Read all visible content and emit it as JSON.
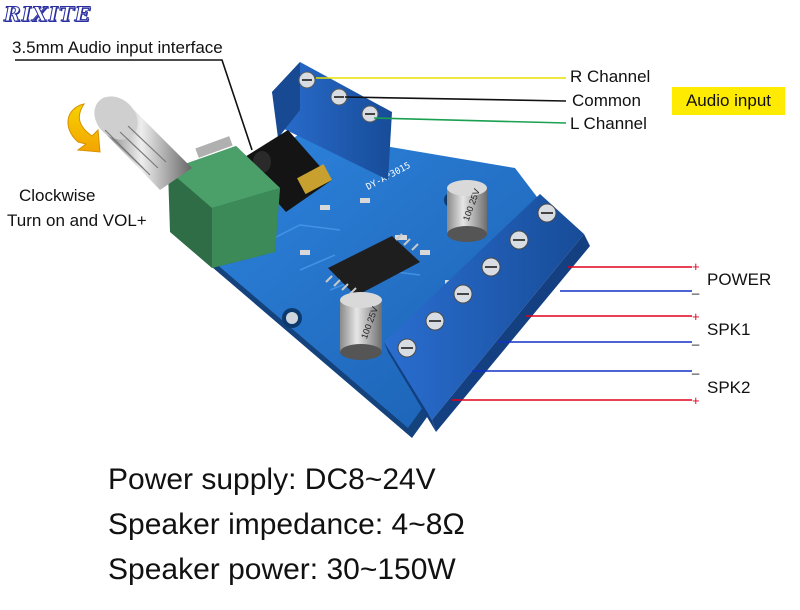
{
  "watermark": "RIXITE",
  "labels": {
    "audio_input_interface": "3.5mm Audio input interface",
    "r_channel": "R Channel",
    "common": "Common",
    "l_channel": "L Channel",
    "audio_input": "Audio input",
    "clockwise": "Clockwise",
    "turn_on": "Turn on and VOL+",
    "power": "POWER",
    "spk1": "SPK1",
    "spk2": "SPK2",
    "plus": "+",
    "minus": "_"
  },
  "board": {
    "silkscreen": "DY-AP3015",
    "capacitor_text": "100 25V"
  },
  "specs": {
    "power_supply_label": "Power supply:",
    "power_supply_value": "DC8~24V",
    "impedance_label": "Speaker impedance:",
    "impedance_value": "4~8Ω",
    "power_label": "Speaker power:",
    "power_value": "30~150W"
  },
  "colors": {
    "pcb": "#1e6fc8",
    "terminal": "#1f5fb8",
    "pot": "#3c8a58",
    "line_red": "#e0001b",
    "line_blue": "#1030c8",
    "line_yellow": "#e8e000",
    "line_green": "#1aa050",
    "badge": "#ffeb00"
  },
  "icons": [
    "curved-arrow-icon"
  ]
}
